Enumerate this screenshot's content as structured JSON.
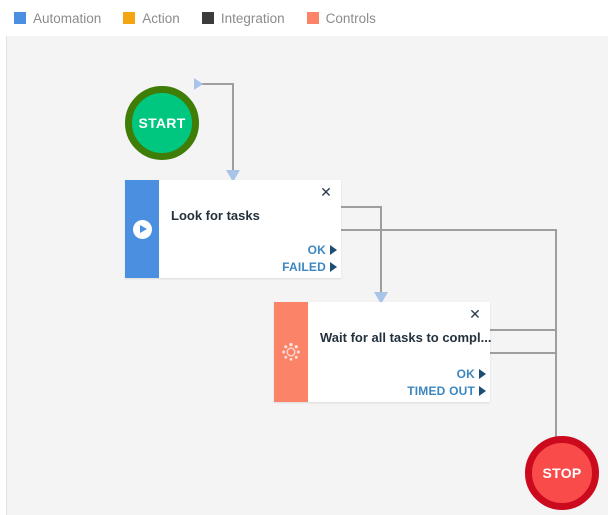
{
  "legend": {
    "items": [
      {
        "label": "Automation",
        "color": "#4a8fe0",
        "icon": "legend-swatch-icon"
      },
      {
        "label": "Action",
        "color": "#f5a511",
        "icon": "legend-swatch-icon"
      },
      {
        "label": "Integration",
        "color": "#3b3b3b",
        "icon": "legend-swatch-icon"
      },
      {
        "label": "Controls",
        "color": "#fb8368",
        "icon": "legend-swatch-icon"
      }
    ]
  },
  "canvas": {
    "background": "#f4f4f4",
    "edge_color": "#9e9e9e",
    "arrow_color": "#a8c4e8",
    "nodes": {
      "start": {
        "label": "START",
        "fill": "#00c77f",
        "border": "#3f7d07"
      },
      "stop": {
        "label": "STOP",
        "fill": "#fa4b4b",
        "border": "#cc0a1e"
      }
    },
    "cards": [
      {
        "id": "look-for-tasks",
        "title": "Look for tasks",
        "category": "Automation",
        "bar_color": "#4a8fe0",
        "icon": "play-circle-icon",
        "close_label": "✕",
        "outlets": [
          {
            "label": "OK"
          },
          {
            "label": "FAILED"
          }
        ]
      },
      {
        "id": "wait-for-all-tasks",
        "title": "Wait for all tasks to compl...",
        "category": "Controls",
        "bar_color": "#fb8368",
        "icon": "spinner-icon",
        "close_label": "✕",
        "outlets": [
          {
            "label": "OK"
          },
          {
            "label": "TIMED OUT"
          }
        ]
      }
    ]
  }
}
